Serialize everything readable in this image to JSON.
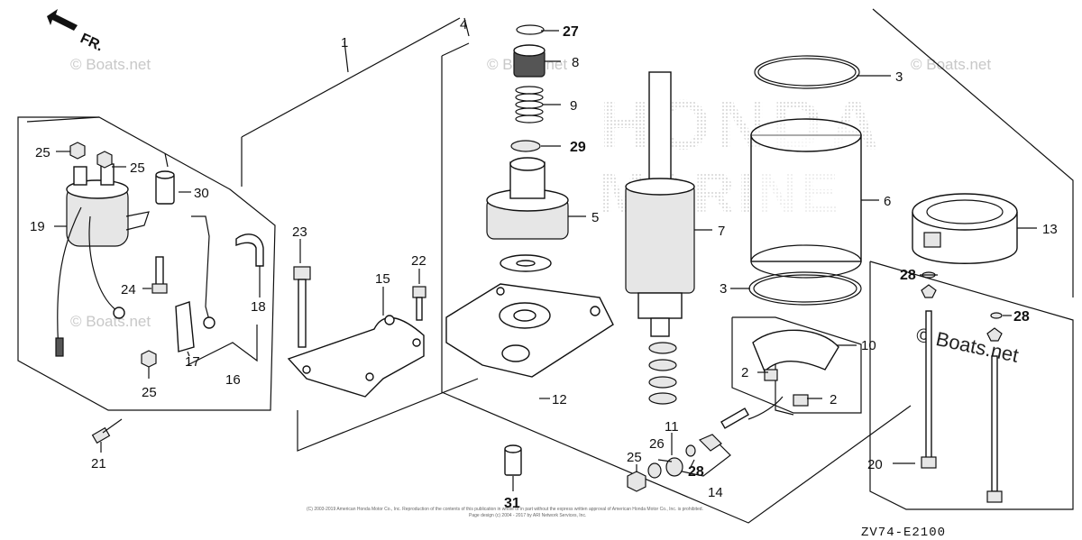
{
  "diagram_code": "ZV74-E2100",
  "front_marker": "FR.",
  "watermark": {
    "site_label": "© Boats.net",
    "brand_text": "HONDA MARINE",
    "copyright_line_1": "(C) 2003-2019 American Honda Motor Co., Inc. Reproduction of the contents of this publication in whole or in part without the express written approval of American Honda Motor Co., Inc. is prohibited.",
    "copyright_line_2": "Page design (c) 2004 - 2017 by ARI Network Services, Inc."
  },
  "callouts": {
    "c1": "1",
    "c2a": "2",
    "c2b": "2",
    "c3a": "3",
    "c3b": "3",
    "c4": "4",
    "c5": "5",
    "c6": "6",
    "c7": "7",
    "c8": "8",
    "c9": "9",
    "c10": "10",
    "c11": "11",
    "c12": "12",
    "c13": "13",
    "c14": "14",
    "c15": "15",
    "c16": "16",
    "c17": "17",
    "c18": "18",
    "c19": "19",
    "c20": "20",
    "c21": "21",
    "c22": "22",
    "c23": "23",
    "c24": "24",
    "c25a": "25",
    "c25b": "25",
    "c25c": "25",
    "c25d": "25",
    "c26": "26",
    "c27": "27",
    "c28a": "28",
    "c28b": "28",
    "c28c": "28",
    "c29": "29",
    "c30": "30",
    "c31": "31"
  }
}
